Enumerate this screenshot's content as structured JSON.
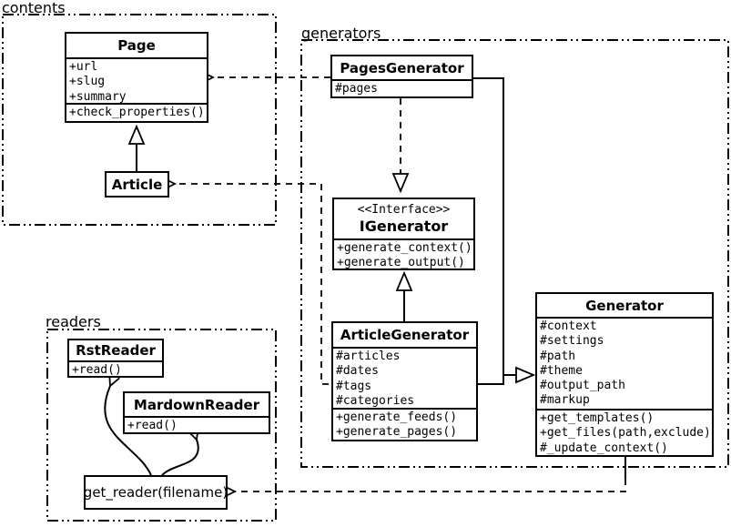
{
  "diagram": {
    "background": "#ffffff",
    "line_color": "#000000"
  },
  "packages": {
    "contents": {
      "label": "contents"
    },
    "generators": {
      "label": "generators"
    },
    "readers": {
      "label": "readers"
    }
  },
  "classes": {
    "page": {
      "name": "Page",
      "attributes": [
        "+url",
        "+slug",
        "+summary"
      ],
      "methods": [
        "+check_properties()"
      ]
    },
    "article": {
      "name": "Article"
    },
    "pages_generator": {
      "name": "PagesGenerator",
      "attributes": [
        "#pages"
      ]
    },
    "igenerator": {
      "stereotype": "<<Interface>>",
      "name": "IGenerator",
      "methods": [
        "+generate_context()",
        "+generate_output()"
      ]
    },
    "article_generator": {
      "name": "ArticleGenerator",
      "attributes": [
        "#articles",
        "#dates",
        "#tags",
        "#categories"
      ],
      "methods": [
        "+generate_feeds()",
        "+generate_pages()"
      ]
    },
    "generator": {
      "name": "Generator",
      "attributes": [
        "#context",
        "#settings",
        "#path",
        "#theme",
        "#output_path",
        "#markup"
      ],
      "methods": [
        "+get_templates()",
        "+get_files(path,exclude)",
        "#_update_context()"
      ]
    },
    "rst_reader": {
      "name": "RstReader",
      "methods": [
        "+read()"
      ]
    },
    "mardown_reader": {
      "name": "MardownReader",
      "methods": [
        "+read()"
      ]
    },
    "get_reader": {
      "label": "get_reader(filename)"
    }
  }
}
